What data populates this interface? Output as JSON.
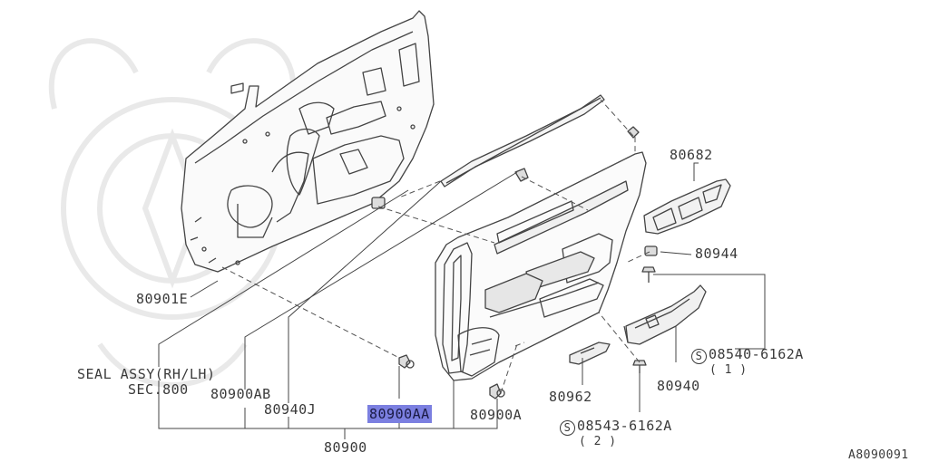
{
  "labels": {
    "p80682": "80682",
    "p80944": "80944",
    "p80901E": "80901E",
    "p80940": "80940",
    "p80962": "80962",
    "p80900AB": "80900AB",
    "p80940J": "80940J",
    "p80900AA": "80900AA",
    "p80900A": "80900A",
    "p80900": "80900",
    "seal_line1": "SEAL ASSY(RH/LH)",
    "seal_line2": "SEC.800",
    "screw1_part": "08540-6162A",
    "screw1_qty": "( 1 )",
    "screw2_part": "08543-6162A",
    "screw2_qty": "( 2 )",
    "s_symbol": "S",
    "diagram_code": "A8090091"
  },
  "highlight_color": "#7b7fe0"
}
